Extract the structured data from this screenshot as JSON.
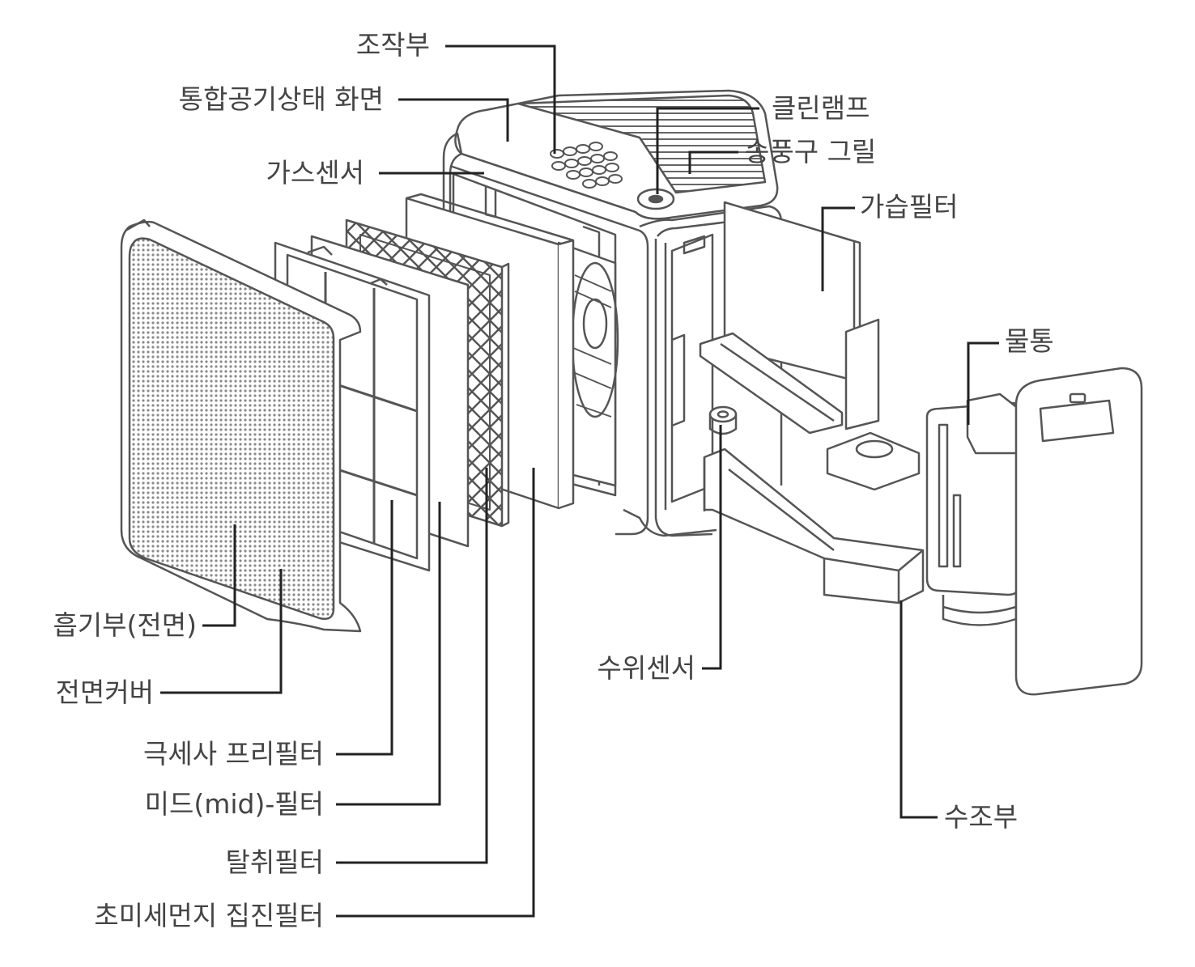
{
  "colors": {
    "line": "#222222",
    "label": "#444444",
    "drawing": "#555555",
    "mesh": "#777777"
  },
  "labels": {
    "control_panel": "조작부",
    "air_status_display": "통합공기상태 화면",
    "gas_sensor": "가스센서",
    "clean_lamp": "클린램프",
    "outlet_grill": "송풍구 그릴",
    "humidifying_filter": "가습필터",
    "water_tank": "물통",
    "intake_front": "흡기부(전면)",
    "front_cover": "전면커버",
    "microfiber_prefilter": "극세사 프리필터",
    "mid_filter": "미드(mid)-필터",
    "deodorizing_filter": "탈취필터",
    "ultrafine_dust_filter": "초미세먼지 집진필터",
    "water_level_sensor": "수위센서",
    "water_basin": "수조부"
  }
}
